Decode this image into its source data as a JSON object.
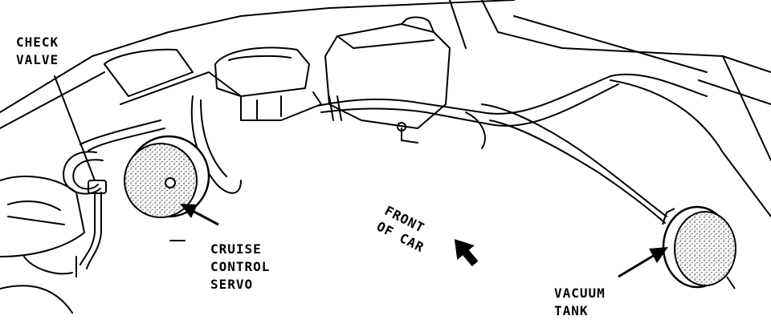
{
  "diagram": {
    "labels": {
      "check_valve": [
        "CHECK",
        "VALVE"
      ],
      "cruise_control_servo": [
        "CRUISE",
        "CONTROL",
        "SERVO"
      ],
      "vacuum_tank": [
        "VACUUM",
        "TANK"
      ],
      "front_of_car": [
        "FRONT",
        "OF CAR"
      ]
    }
  }
}
